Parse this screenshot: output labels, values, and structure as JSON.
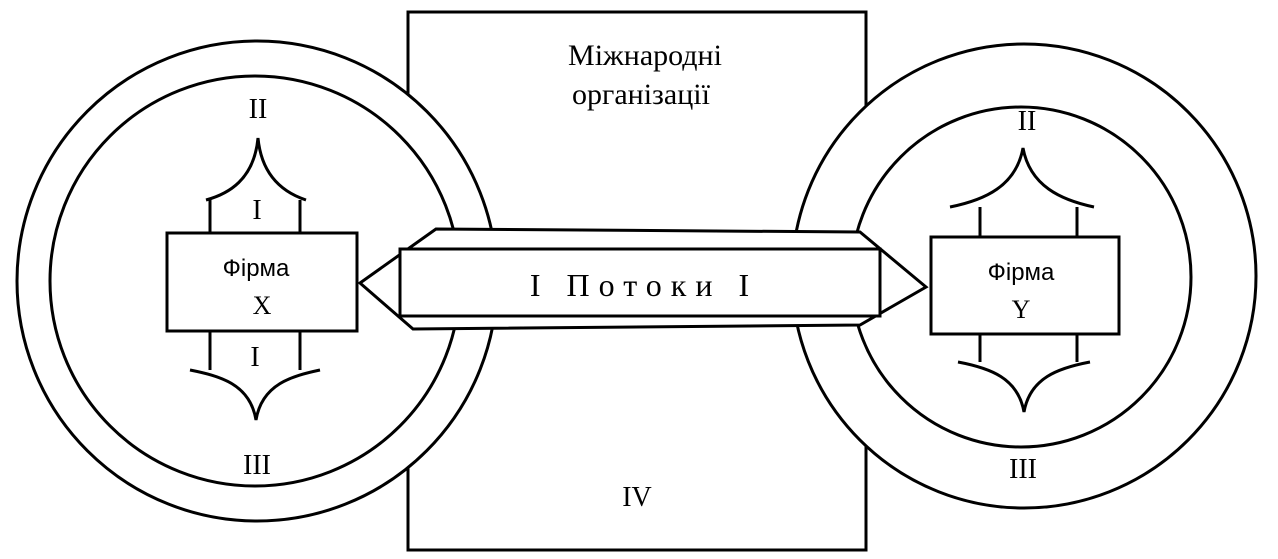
{
  "diagram": {
    "organizations_label_line1": "Міжнародні",
    "organizations_label_line2": "організації",
    "sector_label_iv": "IV",
    "flow_label": "І Потоки І",
    "firm_x": {
      "name": "Фірма",
      "letter": "X",
      "label_top": "II",
      "label_bottom": "III",
      "inner_top": "I",
      "inner_bottom": "I"
    },
    "firm_y": {
      "name": "Фірма",
      "letter": "Y",
      "label_top": "II",
      "label_bottom": "III"
    }
  }
}
